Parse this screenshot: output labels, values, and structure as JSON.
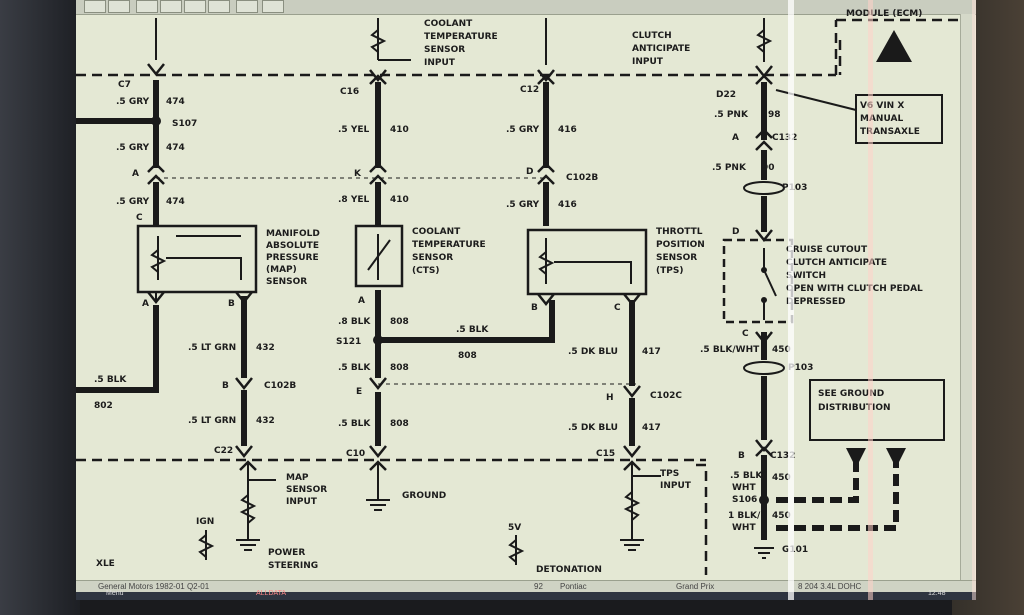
{
  "status_bar": {
    "left": "General Motors 1982-01 Q2-01",
    "page": "92",
    "make": "Pontiac",
    "model": "Grand Prix",
    "engine": "8 204 3.4L DOHC"
  },
  "taskbar": {
    "menu": "Menu",
    "app": "ALLDATA",
    "clock": "12:48"
  },
  "labels": {
    "c7": "C7",
    "gry474a": ".5 GRY",
    "w474a": "474",
    "s107": "S107",
    "gry474b": ".5 GRY",
    "w474b": "474",
    "pinA1": "A",
    "gry474c": ".5 GRY",
    "w474c": "474",
    "pinC1": "C",
    "map1": "MANIFOLD",
    "map2": "ABSOLUTE",
    "map3": "PRESSURE",
    "map4": "(MAP)",
    "map5": "SENSOR",
    "pinA2": "A",
    "pinB1": "B",
    "ltgrn1": ".5 LT GRN",
    "w432a": "432",
    "blk5": ".5 BLK",
    "w802": "802",
    "pinB2": "B",
    "c102b_low": "C102B",
    "ltgrn2": ".5 LT GRN",
    "w432b": "432",
    "c22": "C22",
    "mapin1": "MAP",
    "mapin2": "SENSOR",
    "mapin3": "INPUT",
    "ign": "IGN",
    "ps1": "POWER",
    "ps2": "STEERING",
    "xle": "XLE",
    "cts_top1": "COOLANT",
    "cts_top2": "TEMPERATURE",
    "cts_top3": "SENSOR",
    "cts_top4": "INPUT",
    "c16": "C16",
    "yel1": ".5 YEL",
    "w410a": "410",
    "pinK": "K",
    "yel2": ".8 YEL",
    "w410b": "410",
    "cts1": "COOLANT",
    "cts2": "TEMPERATURE",
    "cts3": "SENSOR",
    "cts4": "(CTS)",
    "pinA3": "A",
    "blk8a": ".8 BLK",
    "w808a": "808",
    "s121": "S121",
    "blk5b": ".5 BLK",
    "w808b": "808",
    "blk5c": ".5 BLK",
    "w808c": "808",
    "pinE": "E",
    "blk5d": ".5 BLK",
    "w808d": "808",
    "c10": "C10",
    "ground": "GROUND",
    "c12": "C12",
    "gry416a": ".5 GRY",
    "w416a": "416",
    "pinD": "D",
    "c102b": "C102B",
    "gry416b": ".5 GRY",
    "w416b": "416",
    "tps1": "THROTTL",
    "tps2": "POSITION",
    "tps3": "SENSOR",
    "tps4": "(TPS)",
    "pinB3": "B",
    "pinC2": "C",
    "dkblu1": ".5 DK BLU",
    "w417a": "417",
    "pinH": "H",
    "c102c": "C102C",
    "dkblu2": ".5 DK BLU",
    "w417b": "417",
    "c15": "C15",
    "tpsin1": "TPS",
    "tpsin2": "INPUT",
    "v5": "5V",
    "deton": "DETONATION",
    "clutch1": "CLUTCH",
    "clutch2": "ANTICIPATE",
    "clutch3": "INPUT",
    "model": "MODULE (ECM)",
    "d22": "D22",
    "pnk1": ".5 PNK",
    "w98": "98",
    "v6a": "V6 VIN X",
    "v6b": "MANUAL",
    "v6c": "TRANSAXLE",
    "pinA4": "A",
    "c132": "C132",
    "pnk2": ".5 PNK",
    "w90": "90",
    "p103a": "P103",
    "pinD2": "D",
    "cr1": "CRUISE CUTOUT",
    "cr2": "CLUTCH ANTICIPATE",
    "cr3": "SWITCH",
    "cr4": "OPEN WITH CLUTCH PEDAL",
    "cr5": "DEPRESSED",
    "pinC3": "C",
    "blkwht1": ".5 BLK/WHT",
    "w450a": "450",
    "p103b": "P103",
    "gd1": "SEE GROUND",
    "gd2": "DISTRIBUTION",
    "pinB4": "B",
    "c132b": "C132",
    "blkwht2a": ".5 BLK/",
    "blkwht2b": "WHT",
    "w450b": "450",
    "s106": "S106",
    "blkwht3a": "1 BLK/",
    "blkwht3b": "WHT",
    "w450c": "450",
    "g101": "G101"
  },
  "colors": {
    "paper": "#e4e8d4",
    "ink": "#1a1a1a",
    "taskbar": "#2e3440"
  }
}
